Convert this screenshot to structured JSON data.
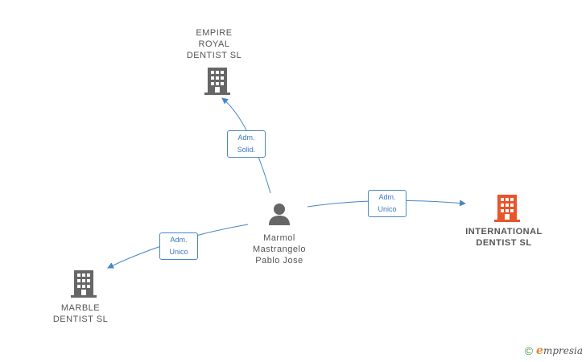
{
  "nodes": {
    "empire": {
      "label": "EMPIRE\nROYAL\nDENTIST SL",
      "color": "#666666"
    },
    "international": {
      "label": "INTERNATIONAL\nDENTIST SL",
      "color": "#e8552a"
    },
    "marble": {
      "label": "MARBLE\nDENTIST SL",
      "color": "#666666"
    },
    "person": {
      "label": "Marmol\nMastrangelo\nPablo Jose",
      "color": "#666666"
    }
  },
  "edges": {
    "to_empire": "Adm.\nSolid.",
    "to_international": "Adm.\nUnico",
    "to_marble": "Adm.\nUnico"
  },
  "colors": {
    "edge": "#4a86c5"
  },
  "footer": {
    "copyright": "©",
    "brand_initial": "e",
    "brand_rest": "mpresia"
  }
}
